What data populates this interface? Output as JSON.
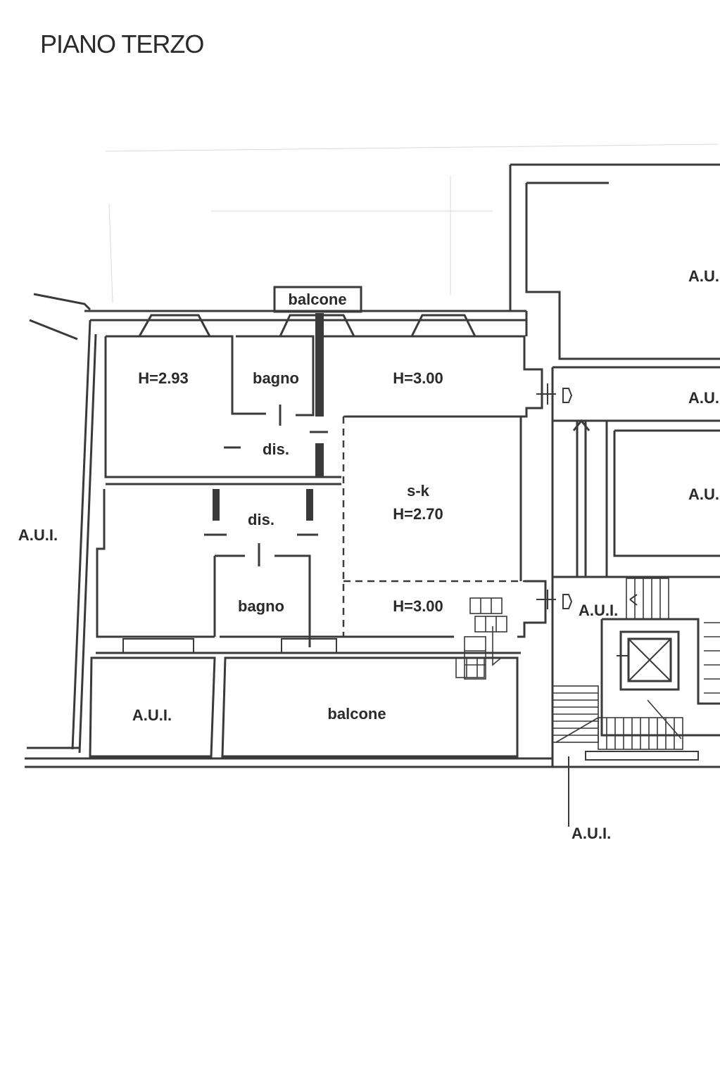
{
  "page": {
    "title": "PIANO TERZO"
  },
  "labels": {
    "balcone_top": "balcone",
    "room_h293": "H=2.93",
    "bagno_top": "bagno",
    "room_h300_top": "H=3.00",
    "dis_top": "dis.",
    "dis_mid": "dis.",
    "sk_line1": "s-k",
    "sk_line2": "H=2.70",
    "bagno_bottom": "bagno",
    "room_h300_bottom": "H=3.00",
    "aui_left": "A.U.I.",
    "aui_bottom_left": "A.U.I.",
    "balcone_bottom": "balcone",
    "aui_right_1": "A.U.",
    "aui_right_2": "A.U.",
    "aui_right_3": "A.U.",
    "aui_stair": "A.U.I.",
    "aui_pointer": "A.U.I."
  },
  "colors": {
    "ink": "#3a3a3a",
    "text": "#2a2a2a",
    "paper": "#ffffff"
  }
}
